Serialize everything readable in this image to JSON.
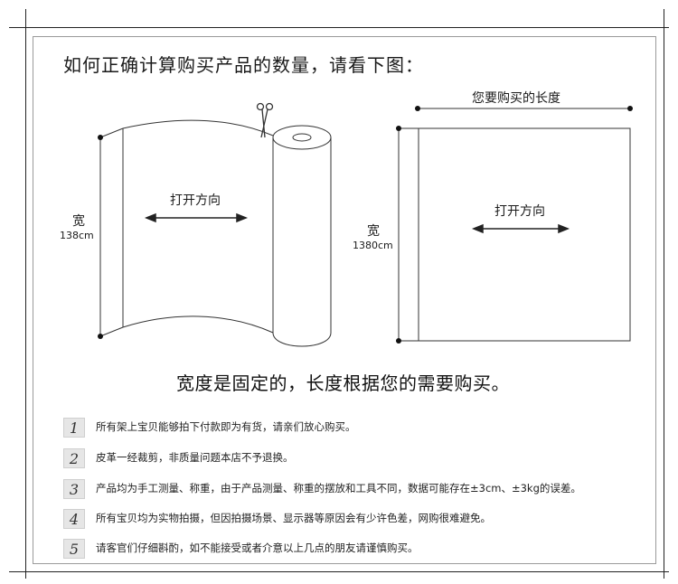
{
  "title": "如何正确计算购买产品的数量，请看下图：",
  "roll_figure": {
    "width_label": "宽",
    "width_value": "138cm",
    "direction_label": "打开方向"
  },
  "sheet_figure": {
    "length_label": "您要购买的长度",
    "width_label": "宽",
    "width_value": "1380cm",
    "direction_label": "打开方向"
  },
  "note": "宽度是固定的，长度根据您的需要购买。",
  "items": [
    {
      "num": "1",
      "text": "所有架上宝贝能够拍下付款即为有货，请亲们放心购买。"
    },
    {
      "num": "2",
      "text": "皮革一经裁剪，非质量问题本店不予退换。"
    },
    {
      "num": "3",
      "text": "产品均为手工测量、称重，由于产品测量、称重的摆放和工具不同，数据可能存在±3cm、±3kg的误差。"
    },
    {
      "num": "4",
      "text": "所有宝贝均为实物拍摄，但因拍摄场景、显示器等原因会有少许色差，网购很难避免。"
    },
    {
      "num": "5",
      "text": "请客官们仔细斟酌，如不能接受或者介意以上几点的朋友请谨慎购买。"
    }
  ]
}
